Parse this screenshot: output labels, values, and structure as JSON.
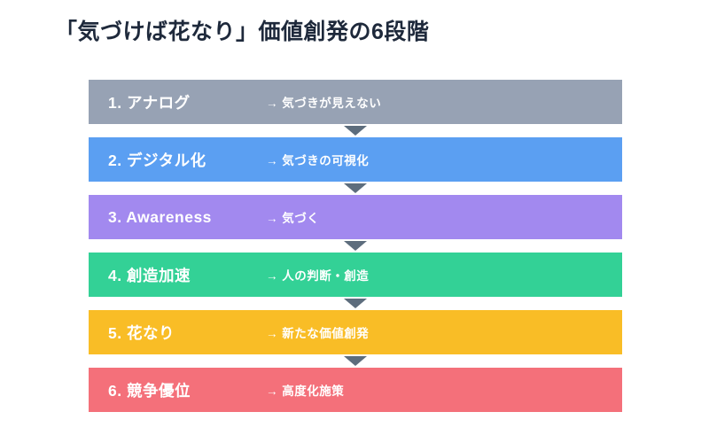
{
  "title": "「気づけば花なり」価値創発の6段階",
  "stages": [
    {
      "label": "1. アナログ",
      "description": "→ 気づきが見えない",
      "color": "#97a2b4"
    },
    {
      "label": "2. デジタル化",
      "description": "→ 気づきの可視化",
      "color": "#5b9ff2"
    },
    {
      "label": "3. Awareness",
      "description": "→ 気づく",
      "color": "#a289ef"
    },
    {
      "label": "4. 創造加速",
      "description": "→ 人の判断・創造",
      "color": "#33d196"
    },
    {
      "label": "5. 花なり",
      "description": "→ 新たな価値創発",
      "color": "#f9bd26"
    },
    {
      "label": "6. 競争優位",
      "description": "→ 高度化施策",
      "color": "#f4707a"
    }
  ],
  "colors": {
    "background": "#ffffff",
    "title_text": "#1e293b",
    "bar_text": "#ffffff",
    "arrow": "#5d6d7d"
  },
  "icons": {
    "down_arrow": "▼"
  }
}
